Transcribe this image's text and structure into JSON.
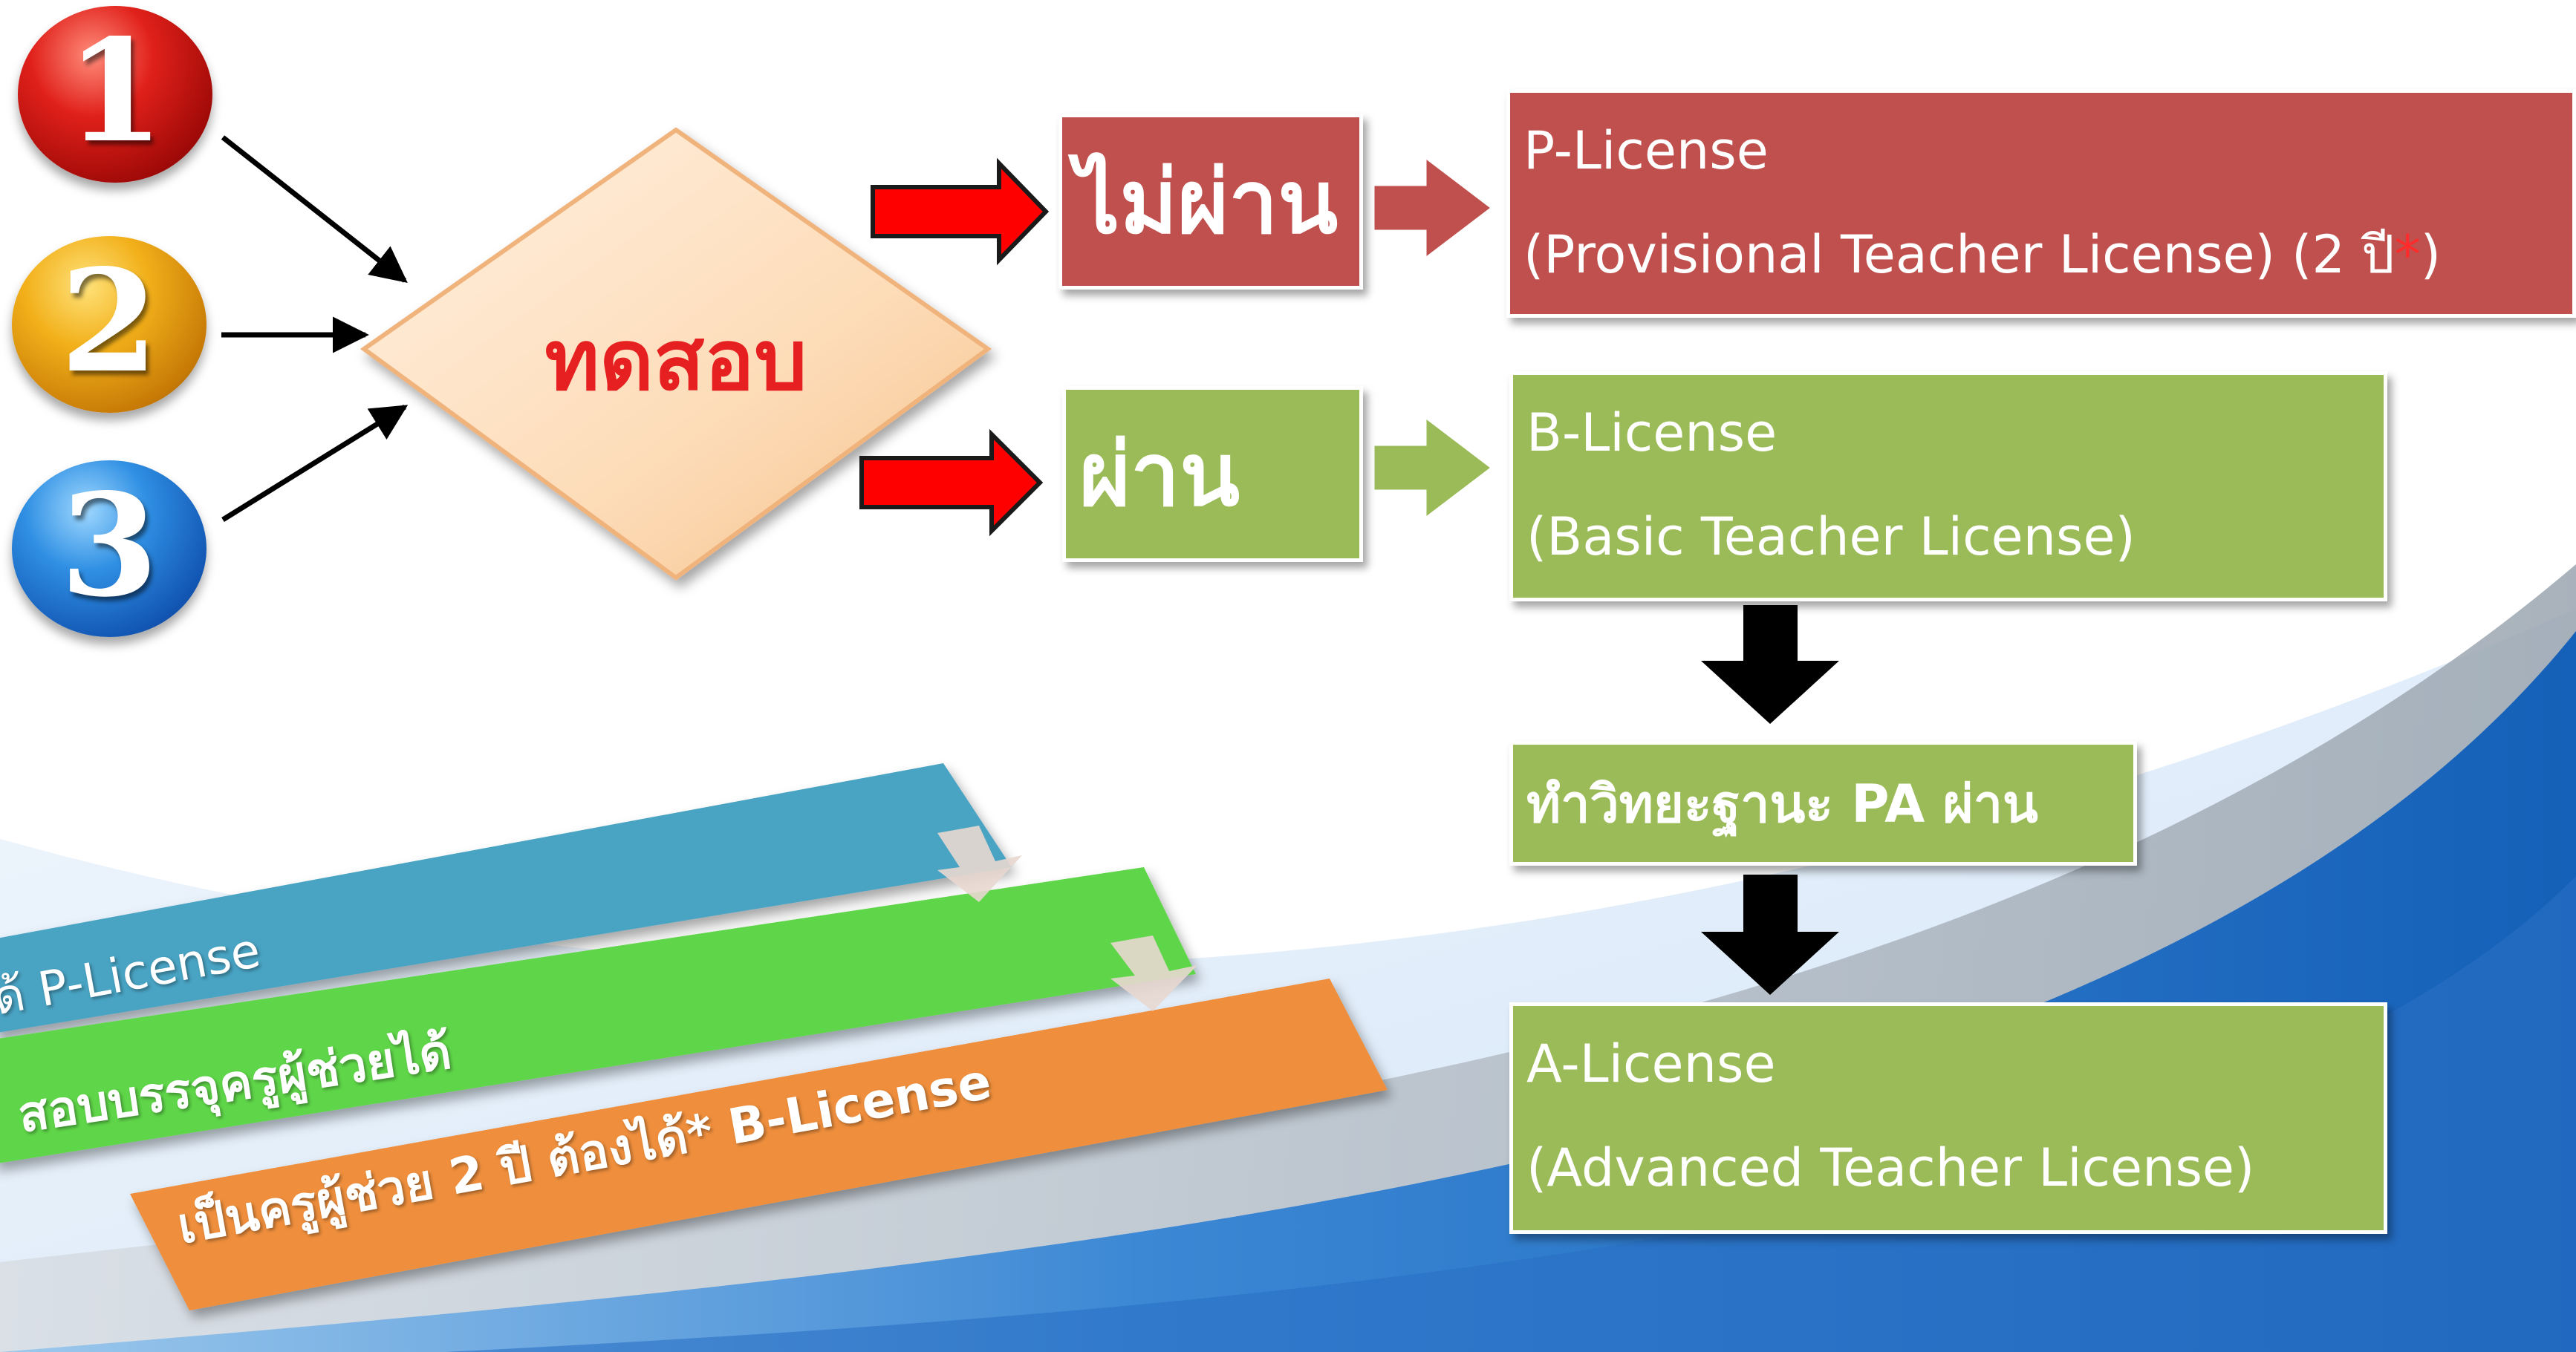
{
  "numbers": [
    "1",
    "2",
    "3"
  ],
  "decision": {
    "label": "ทดสอบ"
  },
  "fail": {
    "label": "ไม่ผ่าน",
    "license_name": "P-License",
    "license_full_prefix": "(Provisional Teacher License) (2 ปี",
    "license_star": "*",
    "license_full_suffix": ")"
  },
  "pass": {
    "label": "ผ่าน",
    "license_name": "B-License",
    "license_full": "(Basic Teacher License)"
  },
  "step": {
    "label": "ทำวิทยะฐานะ PA ผ่าน"
  },
  "advanced": {
    "license_name": "A-License",
    "license_full": "(Advanced Teacher License)"
  },
  "ribbons": [
    {
      "text": "ได้ P-License",
      "color": "#4aa3c3"
    },
    {
      "text": "สอบบรรจุครูผู้ช่วยได้",
      "color": "#5fd64a"
    },
    {
      "text": "เป็นครูผู้ช่วย 2 ปี ต้องได้* B-License",
      "color": "#ef8f3e"
    }
  ],
  "colors": {
    "red_box": "#c0504d",
    "green_box": "#9bbb59",
    "decision_fill": "#fde3c6",
    "decision_text": "#e62020",
    "arrow_red": "#ff0000",
    "arrow_black": "#000000"
  }
}
